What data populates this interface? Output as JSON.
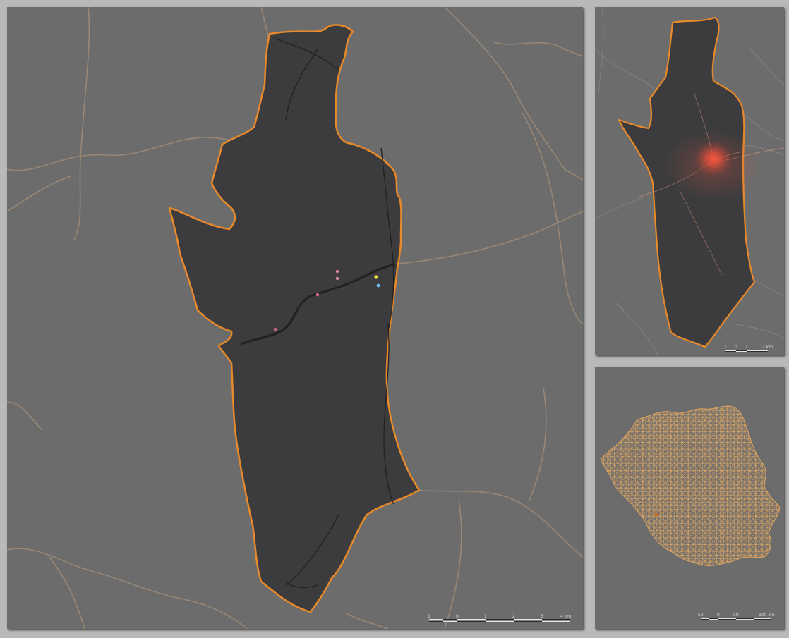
{
  "colors": {
    "page_background": "#b9b9b9",
    "map_background": "#6c6c6c",
    "region_fill": "#3c3c3e",
    "boundary": "#e8892a",
    "roads_outside": "#a8907a",
    "roads_inside": "#1f1f21",
    "heat_center": "#ff5a3c",
    "country_network": "#e3a45a"
  },
  "main_map": {
    "points": [
      {
        "name": "point-pink-1",
        "color": "#e28aa6"
      },
      {
        "name": "point-pink-2",
        "color": "#e28aa6"
      },
      {
        "name": "point-pink-3",
        "color": "#d86a8e"
      },
      {
        "name": "point-pink-4",
        "color": "#d86a8e"
      },
      {
        "name": "point-yellow",
        "color": "#f2e03a"
      },
      {
        "name": "point-cyan",
        "color": "#6cc3e8"
      }
    ],
    "scale_bar": {
      "labels": [
        "1",
        "0",
        "1",
        "2",
        "3",
        "4 km"
      ]
    }
  },
  "inset_heat": {
    "scale_bar": {
      "labels": [
        "1",
        "0",
        "1",
        "2 km"
      ]
    }
  },
  "inset_country": {
    "scale_bar": {
      "labels": [
        "50",
        "0",
        "50",
        "100 km"
      ]
    }
  }
}
